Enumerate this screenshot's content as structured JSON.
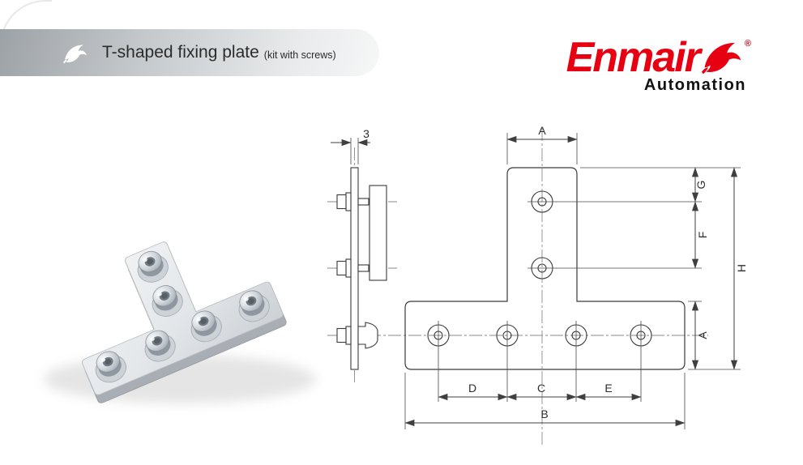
{
  "header": {
    "title": "T-shaped fixing plate",
    "subtitle": "(kit with screws)"
  },
  "brand": {
    "name": "Enmair",
    "registered": "®",
    "tagline": "Automation",
    "accent": "#e60012"
  },
  "icons": {
    "header_logo": "dolphin-icon",
    "brand_logo": "dolphin-icon"
  },
  "drawing": {
    "thickness_label": "3",
    "labels": {
      "top_width": "A",
      "g": "G",
      "f": "F",
      "h": "H",
      "bar_height": "A",
      "d": "D",
      "c": "C",
      "e": "E",
      "b": "B"
    }
  }
}
